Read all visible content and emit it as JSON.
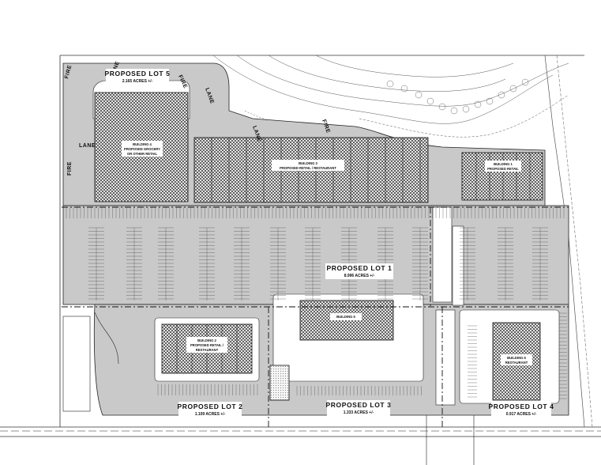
{
  "lots": [
    {
      "id": "lot5",
      "name": "PROPOSED LOT 5",
      "acres": "2.165 ACRES +/-"
    },
    {
      "id": "lot1",
      "name": "PROPOSED LOT 1",
      "acres": "8.996 ACRES +/-"
    },
    {
      "id": "lot2",
      "name": "PROPOSED LOT 2",
      "acres": "1.109 ACRES +/-"
    },
    {
      "id": "lot3",
      "name": "PROPOSED LOT 3",
      "acres": "1.333 ACRES +/-"
    },
    {
      "id": "lot4",
      "name": "PROPOSED LOT 4",
      "acres": "0.917 ACRES +/-"
    }
  ],
  "buildings": [
    {
      "id": "b4",
      "line1": "BUILDING 4",
      "line2": "PROPOSED GROCERY",
      "line3": "OR OTHER RETAIL"
    },
    {
      "id": "b3",
      "line1": "BUILDING 3",
      "line2": "PROPOSED RETAIL / RESTAURANT"
    },
    {
      "id": "b1",
      "line1": "BUILDING 1",
      "line2": "PROPOSED RETAIL"
    },
    {
      "id": "b2",
      "line1": "BUILDING 2",
      "line2": "PROPOSED RETAIL /",
      "line3": "RESTAURANT"
    },
    {
      "id": "b5",
      "line1": "BUILDING 5"
    },
    {
      "id": "b6",
      "line1": "BUILDING 6",
      "line2": "RESTAURANT"
    }
  ],
  "fire_lane": {
    "fire": "FIRE",
    "lane": "LANE"
  },
  "colors": {
    "paving": "#c9c9c9",
    "building_hatch": "#2b2b2b",
    "linework": "#222222",
    "background": "#ffffff"
  }
}
